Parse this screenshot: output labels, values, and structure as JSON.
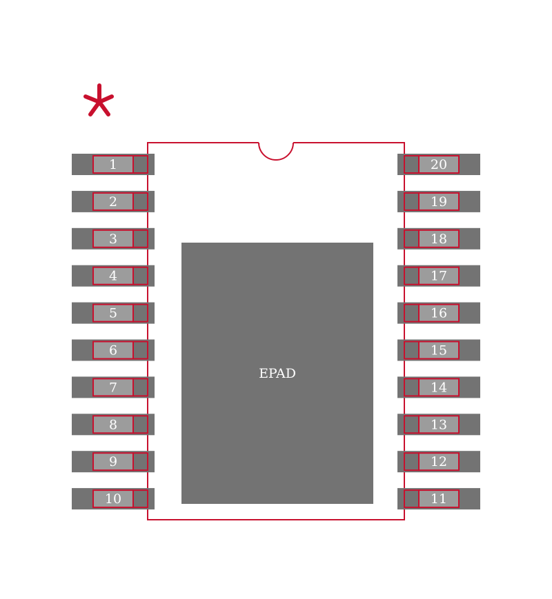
{
  "footprint": {
    "pin1_marker": "*",
    "epad_label": "EPAD",
    "left_pins": [
      "1",
      "2",
      "3",
      "4",
      "5",
      "6",
      "7",
      "8",
      "9",
      "10"
    ],
    "right_pins": [
      "20",
      "19",
      "18",
      "17",
      "16",
      "15",
      "14",
      "13",
      "12",
      "11"
    ]
  },
  "colors": {
    "outline": "#c8102e",
    "pad_copper": "#737373",
    "pad_inner": "#9c9c9c",
    "label": "#ffffff"
  }
}
